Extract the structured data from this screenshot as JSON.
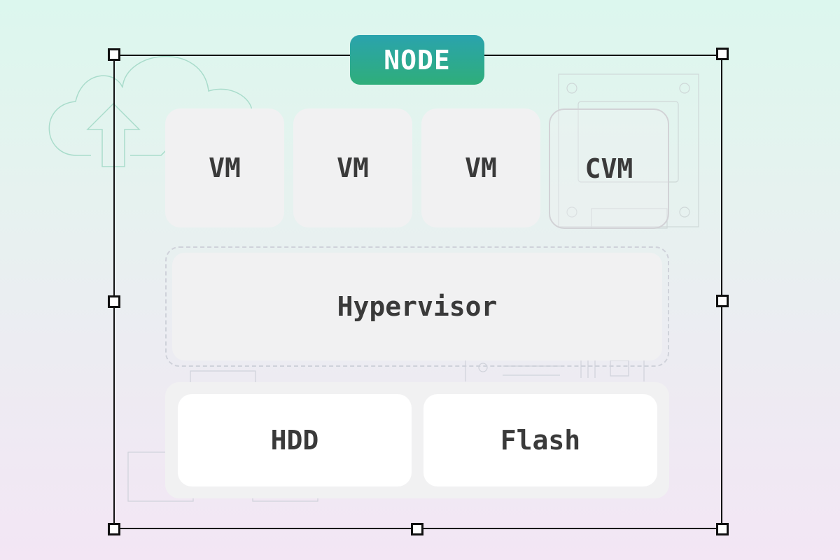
{
  "diagram": {
    "title": "NODE",
    "vms": [
      {
        "label": "VM"
      },
      {
        "label": "VM"
      },
      {
        "label": "VM"
      }
    ],
    "controller_vm": {
      "label": "CVM"
    },
    "hypervisor": {
      "label": "Hypervisor"
    },
    "storage": [
      {
        "label": "HDD"
      },
      {
        "label": "Flash"
      }
    ]
  },
  "colors": {
    "badge_top": "#2aa3ad",
    "badge_bottom": "#2fae7a",
    "box_fill": "#f1f1f2",
    "drive_fill": "#ffffff",
    "text": "#3a3a3a",
    "frame": "#111111"
  },
  "icons": [
    "cloud-upload-icon",
    "circuit-board-icon"
  ]
}
